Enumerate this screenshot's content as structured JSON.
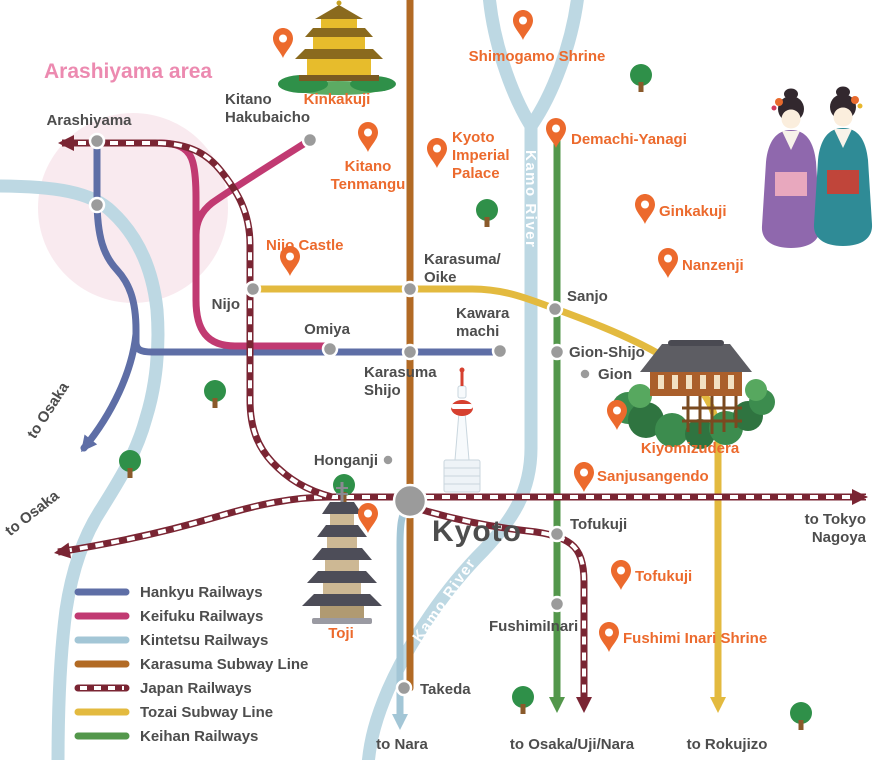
{
  "area": {
    "arashiyama_label": "Arashiyama area"
  },
  "rivers": {
    "kamo_label_vertical": "Kamo River",
    "kamo_label_diagonal": "Kamo River"
  },
  "colors": {
    "hankyu": "#5e6ea6",
    "keifuku": "#c13a72",
    "kintetsu": "#a3c6d6",
    "karasuma_subway": "#b26a24",
    "jr": "#7a2533",
    "tozai": "#e3ba3f",
    "keihan": "#53974b",
    "river": "#bdd8e3",
    "landmark_orange": "#ec6a2d",
    "station_gray": "#9b9b9b",
    "label_gray": "#4d4d4d",
    "area_pink": "#ec8ab0"
  },
  "legend": {
    "items": [
      {
        "name": "Hankyu Railways",
        "color": "#5e6ea6",
        "dashed": false
      },
      {
        "name": "Keifuku Railways",
        "color": "#c13a72",
        "dashed": false
      },
      {
        "name": "Kintetsu Railways",
        "color": "#a3c6d6",
        "dashed": false
      },
      {
        "name": "Karasuma Subway Line",
        "color": "#b26a24",
        "dashed": false
      },
      {
        "name": "Japan Railways",
        "color": "#7a2533",
        "dashed": true
      },
      {
        "name": "Tozai Subway Line",
        "color": "#e3ba3f",
        "dashed": false
      },
      {
        "name": "Keihan Railways",
        "color": "#53974b",
        "dashed": false
      }
    ]
  },
  "stations": {
    "arashiyama": "Arashiyama",
    "kitano_hakubaicho_l1": "Kitano",
    "kitano_hakubaicho_l2": "Hakubaicho",
    "nijo": "Nijo",
    "omiya": "Omiya",
    "karasuma_oike_l1": "Karasuma/",
    "karasuma_oike_l2": "Oike",
    "kawaramachi_l1": "Kawara",
    "kawaramachi_l2": "machi",
    "karasuma_shijo_l1": "Karasuma",
    "karasuma_shijo_l2": "Shijo",
    "sanjo": "Sanjo",
    "gion_shijo": "Gion-Shijo",
    "gion": "Gion",
    "honganji": "Honganji",
    "kyoto": "Kyoto",
    "tofukuji": "Tofukuji",
    "fushimi_inari": "FushimiInari",
    "takeda": "Takeda"
  },
  "landmarks": {
    "kinkakuji": "Kinkakuji",
    "kitano_tenmangu_l1": "Kitano",
    "kitano_tenmangu_l2": "Tenmangu",
    "shimogamo_shrine": "Shimogamo Shrine",
    "imperial_l1": "Kyoto",
    "imperial_l2": "Imperial",
    "imperial_l3": "Palace",
    "demachi_yanagi": "Demachi-Yanagi",
    "ginkakuji": "Ginkakuji",
    "nanzenji": "Nanzenji",
    "nijo_castle": "Nijo Castle",
    "kiyomizudera": "Kiyomizudera",
    "sanjusangendo": "Sanjusangendo",
    "tofukuji_temple": "Tofukuji",
    "fushimi_inari_shrine": "Fushimi Inari Shrine",
    "toji": "Toji"
  },
  "directions": {
    "to_osaka_hankyu": "to Osaka",
    "to_osaka_jr": "to Osaka",
    "to_tokyo_l1": "to Tokyo",
    "to_tokyo_l2": "Nagoya",
    "to_nara": "to Nara",
    "to_osaka_uji_nara": "to Osaka/Uji/Nara",
    "to_rokujizo": "to Rokujizo"
  }
}
